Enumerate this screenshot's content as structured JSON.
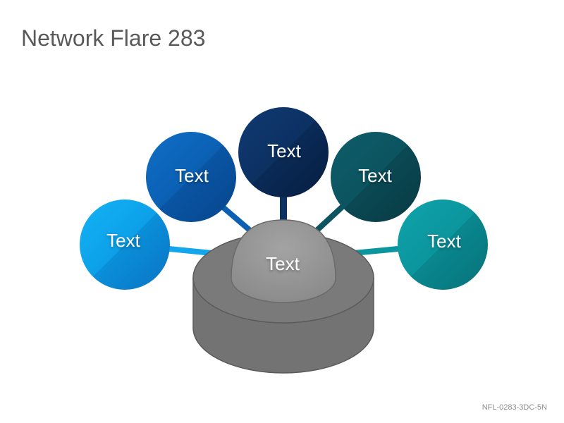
{
  "title": "Network Flare 283",
  "footer_code": "NFL-0283-3DC-5N",
  "hub": {
    "label": "Text"
  },
  "nodes": [
    {
      "label": "Text",
      "color": "#0ea5e9"
    },
    {
      "label": "Text",
      "color": "#0b62b6"
    },
    {
      "label": "Text",
      "color": "#0c2f5f"
    },
    {
      "label": "Text",
      "color": "#0b4c58"
    },
    {
      "label": "Text",
      "color": "#0b8f97"
    }
  ]
}
